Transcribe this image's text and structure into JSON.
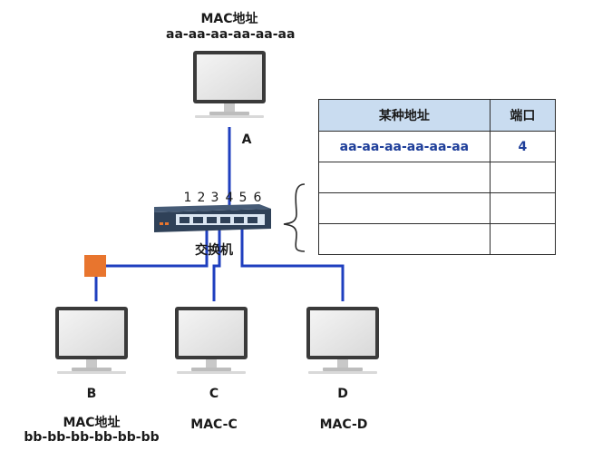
{
  "host_a": {
    "mac_title": "MAC地址",
    "mac": "aa-aa-aa-aa-aa-aa",
    "name": "A"
  },
  "host_b": {
    "name": "B",
    "mac_title": "MAC地址",
    "mac": "bb-bb-bb-bb-bb-bb"
  },
  "host_c": {
    "name": "C",
    "mac": "MAC-C"
  },
  "host_d": {
    "name": "D",
    "mac": "MAC-D"
  },
  "switch": {
    "label": "交换机",
    "port_numbers": [
      "1",
      "2",
      "3",
      "4",
      "5",
      "6"
    ]
  },
  "mac_table": {
    "headers": [
      "某种地址",
      "端口"
    ],
    "rows": [
      [
        "aa-aa-aa-aa-aa-aa",
        "4"
      ],
      [
        "",
        ""
      ],
      [
        "",
        ""
      ],
      [
        "",
        ""
      ]
    ]
  },
  "colors": {
    "link": "#1f3fbf",
    "hub": "#e8752e",
    "switch_body": "#2f4158",
    "table_header": "#c9dcf0",
    "table_value": "#1f3f9a"
  }
}
